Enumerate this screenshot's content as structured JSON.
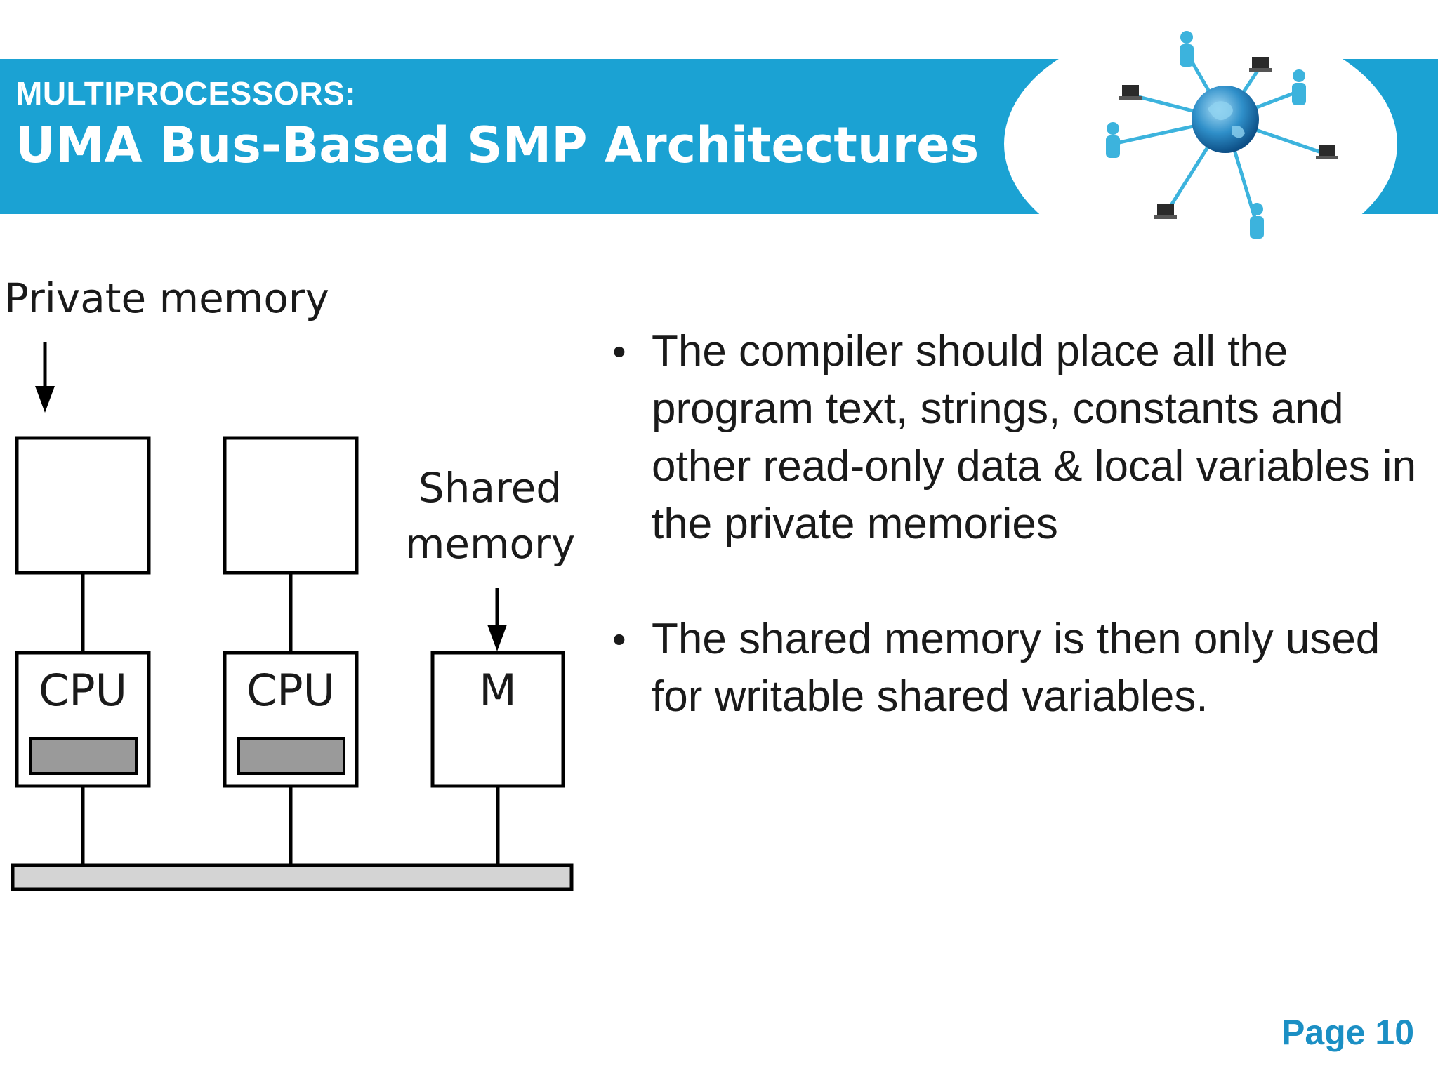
{
  "header": {
    "subtitle": "MULTIPROCESSORS:",
    "title": "UMA Bus-Based SMP Architectures"
  },
  "diagram": {
    "private_memory_label": "Private memory",
    "shared_memory_label_line1": "Shared",
    "shared_memory_label_line2": "memory",
    "cpu1_label": "CPU",
    "cpu2_label": "CPU",
    "memory_label": "M"
  },
  "bullets": [
    "The compiler should place all the program text, strings, constants and other read-only data & local variables in the private memories",
    "The shared memory is then only used for writable shared variables."
  ],
  "bullet_symbol": "•",
  "footer": {
    "page": "Page 10"
  },
  "colors": {
    "banner": "#1ba2d3",
    "page_number": "#1b8fc4",
    "cache_fill": "#9a9a9a",
    "bus_fill": "#d4d4d4"
  }
}
